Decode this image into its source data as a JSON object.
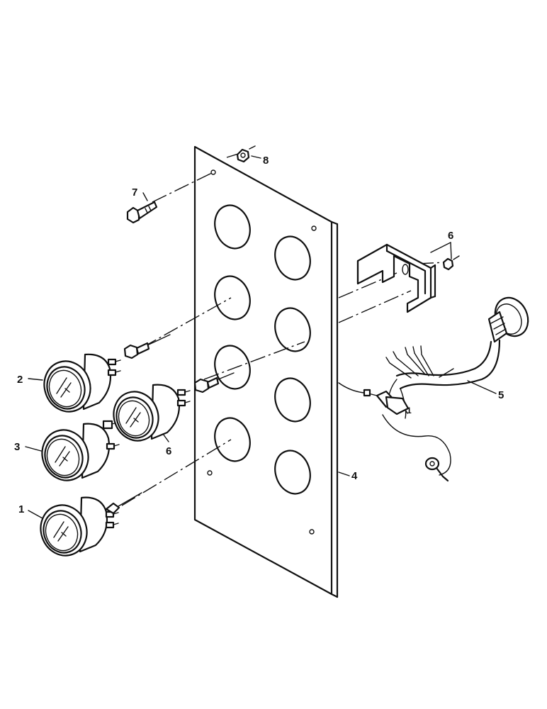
{
  "callouts": {
    "gauge_lower": "1",
    "gauge_upper": "2",
    "gauge_middle": "3",
    "panel": "4",
    "harness": "5",
    "gauge_right": "6",
    "bracket_nuts": "6",
    "bolt": "7",
    "nut": "8",
    "harness_connector": "1"
  }
}
